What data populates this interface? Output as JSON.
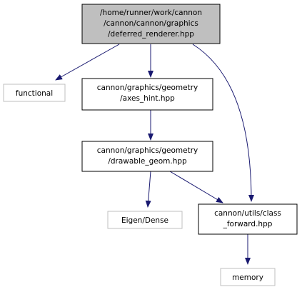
{
  "colors": {
    "edge": "#191970",
    "root_fill": "#bfbfbf",
    "node_border": "#000000",
    "external_border": "#bfbfbf",
    "background": "#ffffff"
  },
  "nodes": {
    "root": {
      "lines": [
        "/home/runner/work/cannon",
        "/cannon/cannon/graphics",
        "/deferred_renderer.hpp"
      ]
    },
    "functional": {
      "lines": [
        "functional"
      ]
    },
    "axes_hint": {
      "lines": [
        "cannon/graphics/geometry",
        "/axes_hint.hpp"
      ]
    },
    "drawable_geom": {
      "lines": [
        "cannon/graphics/geometry",
        "/drawable_geom.hpp"
      ]
    },
    "eigen_dense": {
      "lines": [
        "Eigen/Dense"
      ]
    },
    "class_forward": {
      "lines": [
        "cannon/utils/class",
        "_forward.hpp"
      ]
    },
    "memory": {
      "lines": [
        "memory"
      ]
    }
  },
  "edges": [
    {
      "from": "root",
      "to": "functional"
    },
    {
      "from": "root",
      "to": "axes_hint"
    },
    {
      "from": "root",
      "to": "class_forward"
    },
    {
      "from": "axes_hint",
      "to": "drawable_geom"
    },
    {
      "from": "drawable_geom",
      "to": "eigen_dense"
    },
    {
      "from": "drawable_geom",
      "to": "class_forward"
    },
    {
      "from": "class_forward",
      "to": "memory"
    }
  ]
}
